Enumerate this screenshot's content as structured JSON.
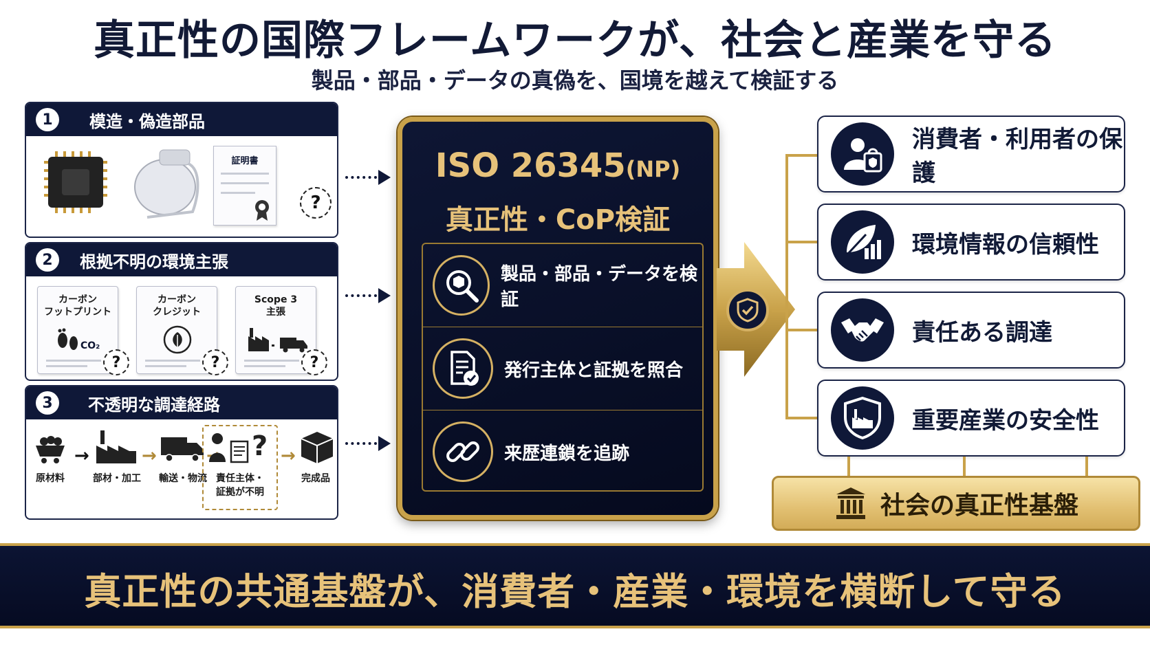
{
  "header": {
    "title": "真正性の国際フレームワークが、社会と産業を守る",
    "subtitle": "製品・部品・データの真偽を、国境を越えて検証する"
  },
  "panels": [
    {
      "number": "1",
      "title": "模造・偽造部品",
      "certificate_label": "証明書",
      "question": "?"
    },
    {
      "number": "2",
      "title": "根拠不明の環境主張",
      "cards": [
        {
          "label": "カーボン\nフットプリント",
          "sub": "CO₂",
          "question": "?"
        },
        {
          "label": "カーボン\nクレジット",
          "question": "?"
        },
        {
          "label": "Scope 3\n主張",
          "question": "?"
        }
      ]
    },
    {
      "number": "3",
      "title": "不透明な調達経路",
      "steps": [
        "原材料",
        "部材・加工",
        "輸送・物流",
        "責任主体・\n証拠が不明",
        "完成品"
      ],
      "question": "?"
    }
  ],
  "center": {
    "title_main": "ISO 26345",
    "title_suffix": "(NP)",
    "title_sub": "真正性・CoP検証",
    "features": [
      {
        "icon": "magnifier-box-icon",
        "label": "製品・部品・データを検証"
      },
      {
        "icon": "document-check-icon",
        "label": "発行主体と証拠を照合"
      },
      {
        "icon": "chain-link-icon",
        "label": "来歴連鎖を追跡"
      }
    ]
  },
  "outcomes": [
    {
      "icon": "consumer-shield-icon",
      "label": "消費者・利用者の保護"
    },
    {
      "icon": "leaf-chart-icon",
      "label": "環境情報の信頼性"
    },
    {
      "icon": "handshake-icon",
      "label": "責任ある調達"
    },
    {
      "icon": "factory-shield-icon",
      "label": "重要産業の安全性"
    }
  ],
  "foundation": {
    "icon": "pillar-icon",
    "label": "社会の真正性基盤"
  },
  "banner": {
    "text": "真正性の共通基盤が、消費者・産業・環境を横断して守る"
  },
  "colors": {
    "navy": "#0f1838",
    "gold": "#c9a24a",
    "gold_text": "#e7c27a"
  }
}
